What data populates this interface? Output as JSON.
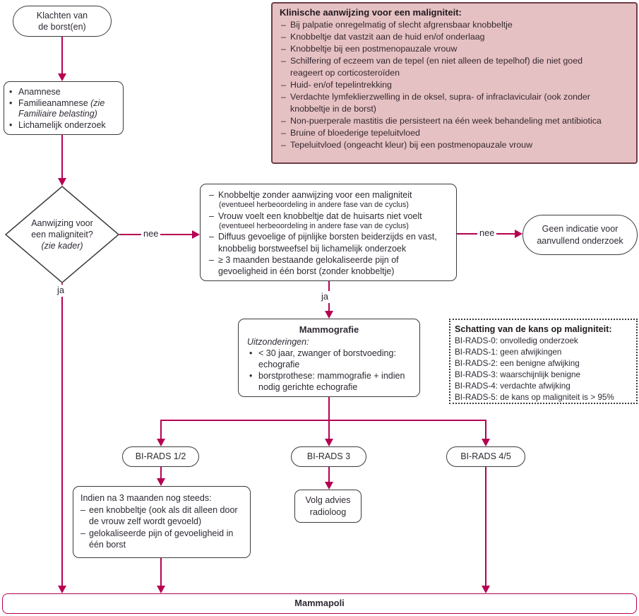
{
  "colors": {
    "line": "#b60052",
    "pink_fill": "#e6c1c3",
    "pink_border": "#6e3d48",
    "node_border": "#3b3b3b",
    "text": "#2f2933"
  },
  "start_oval": {
    "line1": "Klachten van",
    "line2": "de borst(en)"
  },
  "anamnese_box": {
    "item1": "Anamnese",
    "item2_normal": "Familieanamnese ",
    "item2_italic": "(zie Familiaire belasting)",
    "item3": "Lichamelijk onderzoek"
  },
  "clinical_box": {
    "title": "Klinische aanwijzing voor een maligniteit:",
    "items": [
      "Bij palpatie onregelmatig of slecht afgrensbaar knobbeltje",
      "Knobbeltje dat vastzit aan de huid en/of onderlaag",
      "Knobbeltje bij een postmenopauzale vrouw",
      "Schilfering of eczeem van de tepel (en niet alleen de tepelhof) die niet goed reageert op corticosteroïden",
      "Huid- en/of tepelintrekking",
      "Verdachte lymfeklierzwelling in de oksel, supra- of infraclaviculair (ook zonder knobbeltje in de borst)",
      "Non-puerperale mastitis die persisteert na één week behandeling met antibiotica",
      "Bruine of bloederige tepeluitvloed",
      "Tepeluitvloed (ongeacht kleur) bij een postmenopauzale vrouw"
    ]
  },
  "decision_diamond": {
    "line1": "Aanwijzing voor",
    "line2": "een maligniteit?",
    "note": "(zie kader)"
  },
  "edge_labels": {
    "diamond_nee": "nee",
    "diamond_ja": "ja",
    "box_nee": "nee",
    "box_ja": "ja"
  },
  "no_malignancy_box": {
    "item1": "Knobbeltje zonder aanwijzing voor een maligniteit",
    "item1_sub": "(eventueel herbeoordeling in andere fase van de cyclus)",
    "item2": "Vrouw voelt een knobbeltje dat de huisarts niet voelt",
    "item2_sub": "(eventueel herbeoordeling in andere fase van de cyclus)",
    "item3": "Diffuus gevoelige of pijnlijke borsten beiderzijds en vast, knobbelig borstweefsel bij lichamelijk onderzoek",
    "item4": "≥ 3 maanden bestaande gelokaliseerde pijn of gevoeligheid in één borst (zonder knobbeltje)"
  },
  "no_indication_oval": {
    "line1": "Geen indicatie voor",
    "line2": "aanvullend onderzoek"
  },
  "mammografie_box": {
    "title": "Mammografie",
    "subtitle": "Uitzonderingen:",
    "item1": "< 30 jaar, zwanger of borstvoeding: echografie",
    "item2": "borstprothese: mammografie + indien nodig gerichte echografie"
  },
  "birads_legend": {
    "title": "Schatting van de kans op maligniteit:",
    "items": [
      "BI-RADS-0: onvolledig onderzoek",
      "BI-RADS-1: geen afwijkingen",
      "BI-RADS-2: een benigne afwijking",
      "BI-RADS-3: waarschijnlijk benigne",
      "BI-RADS-4: verdachte afwijking",
      "BI-RADS-5: de kans op maligniteit is > 95%"
    ]
  },
  "birads_nodes": {
    "b12": "BI-RADS 1/2",
    "b3": "BI-RADS 3",
    "b45": "BI-RADS 4/5"
  },
  "followup_box": {
    "title": "Indien na 3 maanden nog steeds:",
    "item1": "een knobbeltje (ook als dit alleen door de vrouw zelf wordt gevoeld)",
    "item2": "gelokaliseerde pijn of gevoeligheid in één borst"
  },
  "radiologist_box": {
    "line1": "Volg advies",
    "line2": "radioloog"
  },
  "mammapoli_bar": {
    "label": "Mammapoli"
  }
}
